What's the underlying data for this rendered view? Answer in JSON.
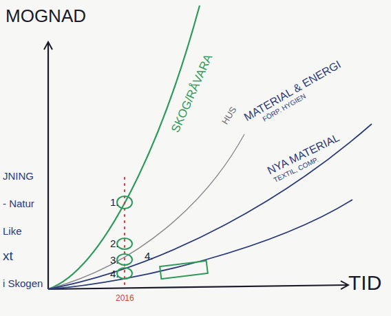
{
  "diagram": {
    "labels": [
      "MOGNAD",
      "TID",
      "SKOG/RÅVARA",
      "HUS",
      "MATERIAL & ENERGI",
      "FÖRP. HYGIEN",
      "NYA MATERIAL",
      "TEXTIL, COMP.",
      "1.",
      "2.",
      "3.",
      "4.",
      "4.",
      "2016",
      "JNING",
      "- Natur",
      "Like",
      "xt",
      "i Skogen"
    ]
  }
}
